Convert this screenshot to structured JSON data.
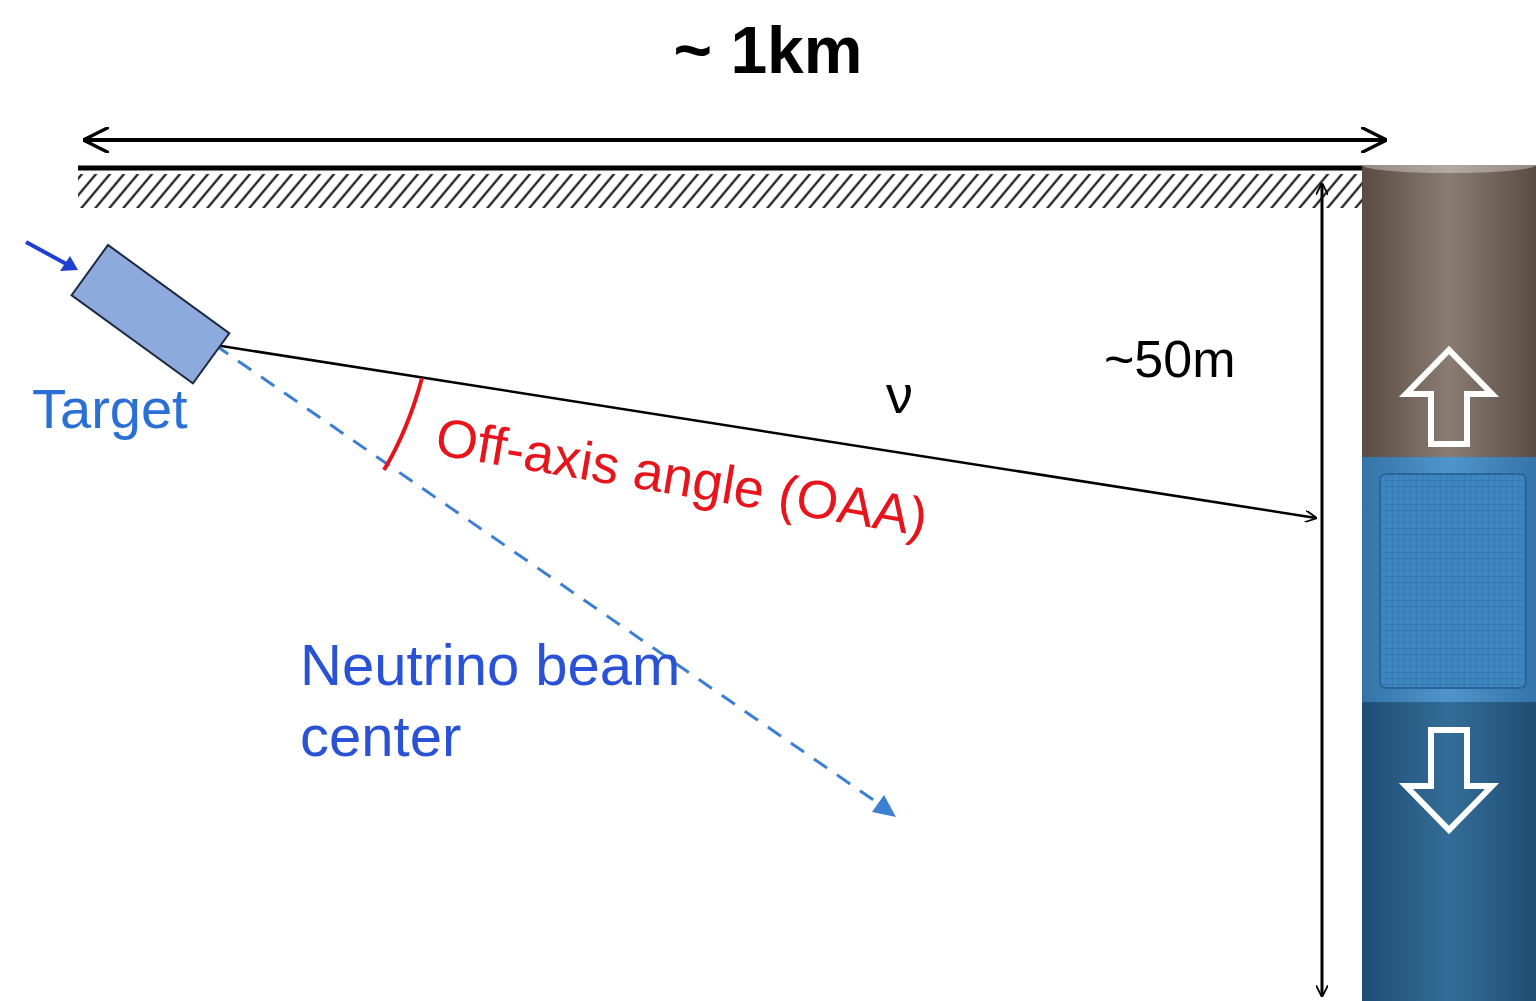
{
  "diagram": {
    "nodes": [
      {
        "text": [
          "Target"
        ]
      }
    ],
    "labels": [
      "~ 1km",
      "~50m",
      "ν",
      "Off-axis angle (OAA)",
      "Neutrino beam center"
    ]
  }
}
